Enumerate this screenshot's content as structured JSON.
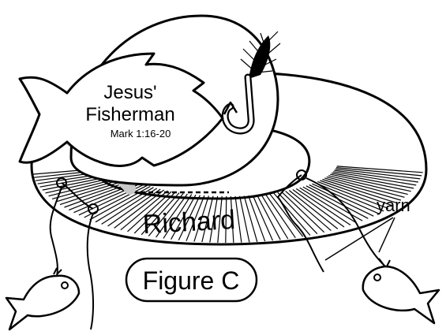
{
  "fish_card": {
    "line1": "Jesus'",
    "line2": "Fisherman",
    "reference": "Mark 1:16-20"
  },
  "brim_name": "Richard",
  "yarn_label": "yarn",
  "figure_label": "Figure C",
  "colors": {
    "ink": "#000000",
    "paper": "#ffffff",
    "shadow": "#c8c8c8"
  }
}
